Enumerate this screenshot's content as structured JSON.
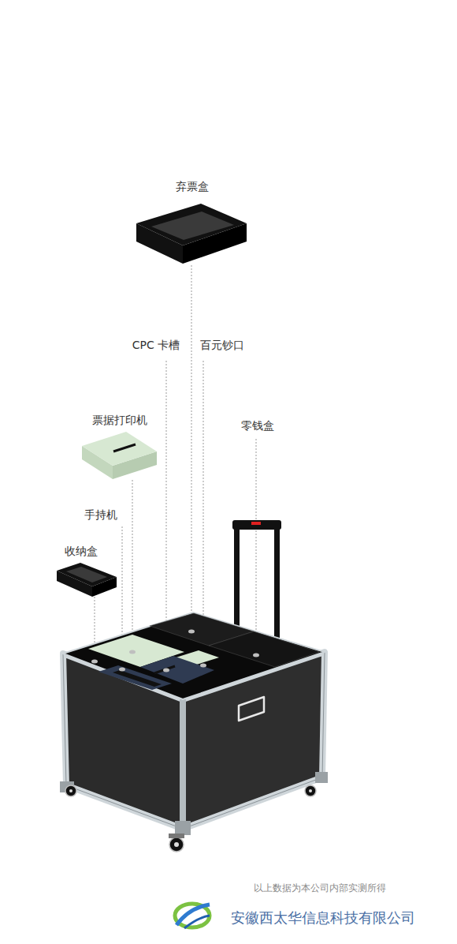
{
  "diagram": {
    "labels": [
      "弃票盒",
      "CPC 卡槽",
      "百元钞口",
      "票据打印机",
      "零钱盒",
      "手持机",
      "收纳盒",
      "以上数据为本公司内部实测所得",
      "安徽西太华信息科技有限公司"
    ]
  }
}
